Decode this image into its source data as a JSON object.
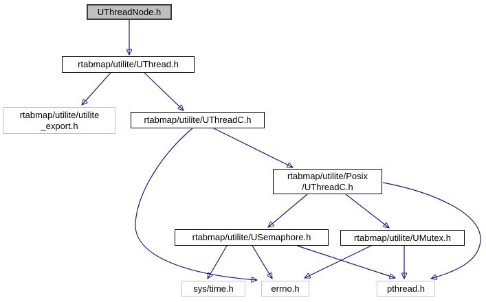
{
  "diagram": {
    "title": "UThreadNode.h include dependency graph",
    "type": "include-dependency-graph",
    "colors": {
      "edge": "#191970",
      "root_fill": "#bfbfbf",
      "linked_border": "#000000",
      "leaf_border": "#c3c3c3",
      "background": "#ffffff"
    },
    "nodes": [
      {
        "id": "UThreadNode.h",
        "role": "root",
        "lines": [
          "UThreadNode.h"
        ]
      },
      {
        "id": "rtabmap/utilite/UThread.h",
        "role": "linked",
        "lines": [
          "rtabmap/utilite/UThread.h"
        ]
      },
      {
        "id": "rtabmap/utilite/utilite_export.h",
        "role": "leaf",
        "lines": [
          "rtabmap/utilite/utilite",
          "_export.h"
        ]
      },
      {
        "id": "rtabmap/utilite/UThreadC.h",
        "role": "linked",
        "lines": [
          "rtabmap/utilite/UThreadC.h"
        ]
      },
      {
        "id": "rtabmap/utilite/Posix/UThreadC.h",
        "role": "linked",
        "lines": [
          "rtabmap/utilite/Posix",
          "/UThreadC.h"
        ]
      },
      {
        "id": "rtabmap/utilite/USemaphore.h",
        "role": "linked",
        "lines": [
          "rtabmap/utilite/USemaphore.h"
        ]
      },
      {
        "id": "rtabmap/utilite/UMutex.h",
        "role": "linked",
        "lines": [
          "rtabmap/utilite/UMutex.h"
        ]
      },
      {
        "id": "sys/time.h",
        "role": "leaf",
        "lines": [
          "sys/time.h"
        ]
      },
      {
        "id": "errno.h",
        "role": "leaf",
        "lines": [
          "errno.h"
        ]
      },
      {
        "id": "pthread.h",
        "role": "leaf",
        "lines": [
          "pthread.h"
        ]
      }
    ],
    "edges": [
      {
        "from": "UThreadNode.h",
        "to": "rtabmap/utilite/UThread.h"
      },
      {
        "from": "rtabmap/utilite/UThread.h",
        "to": "rtabmap/utilite/utilite_export.h"
      },
      {
        "from": "rtabmap/utilite/UThread.h",
        "to": "rtabmap/utilite/UThreadC.h"
      },
      {
        "from": "rtabmap/utilite/UThreadC.h",
        "to": "rtabmap/utilite/Posix/UThreadC.h"
      },
      {
        "from": "rtabmap/utilite/UThreadC.h",
        "to": "errno.h"
      },
      {
        "from": "rtabmap/utilite/Posix/UThreadC.h",
        "to": "rtabmap/utilite/USemaphore.h"
      },
      {
        "from": "rtabmap/utilite/Posix/UThreadC.h",
        "to": "rtabmap/utilite/UMutex.h"
      },
      {
        "from": "rtabmap/utilite/Posix/UThreadC.h",
        "to": "pthread.h"
      },
      {
        "from": "rtabmap/utilite/USemaphore.h",
        "to": "sys/time.h"
      },
      {
        "from": "rtabmap/utilite/USemaphore.h",
        "to": "errno.h"
      },
      {
        "from": "rtabmap/utilite/USemaphore.h",
        "to": "pthread.h"
      },
      {
        "from": "rtabmap/utilite/UMutex.h",
        "to": "errno.h"
      },
      {
        "from": "rtabmap/utilite/UMutex.h",
        "to": "pthread.h"
      }
    ]
  }
}
